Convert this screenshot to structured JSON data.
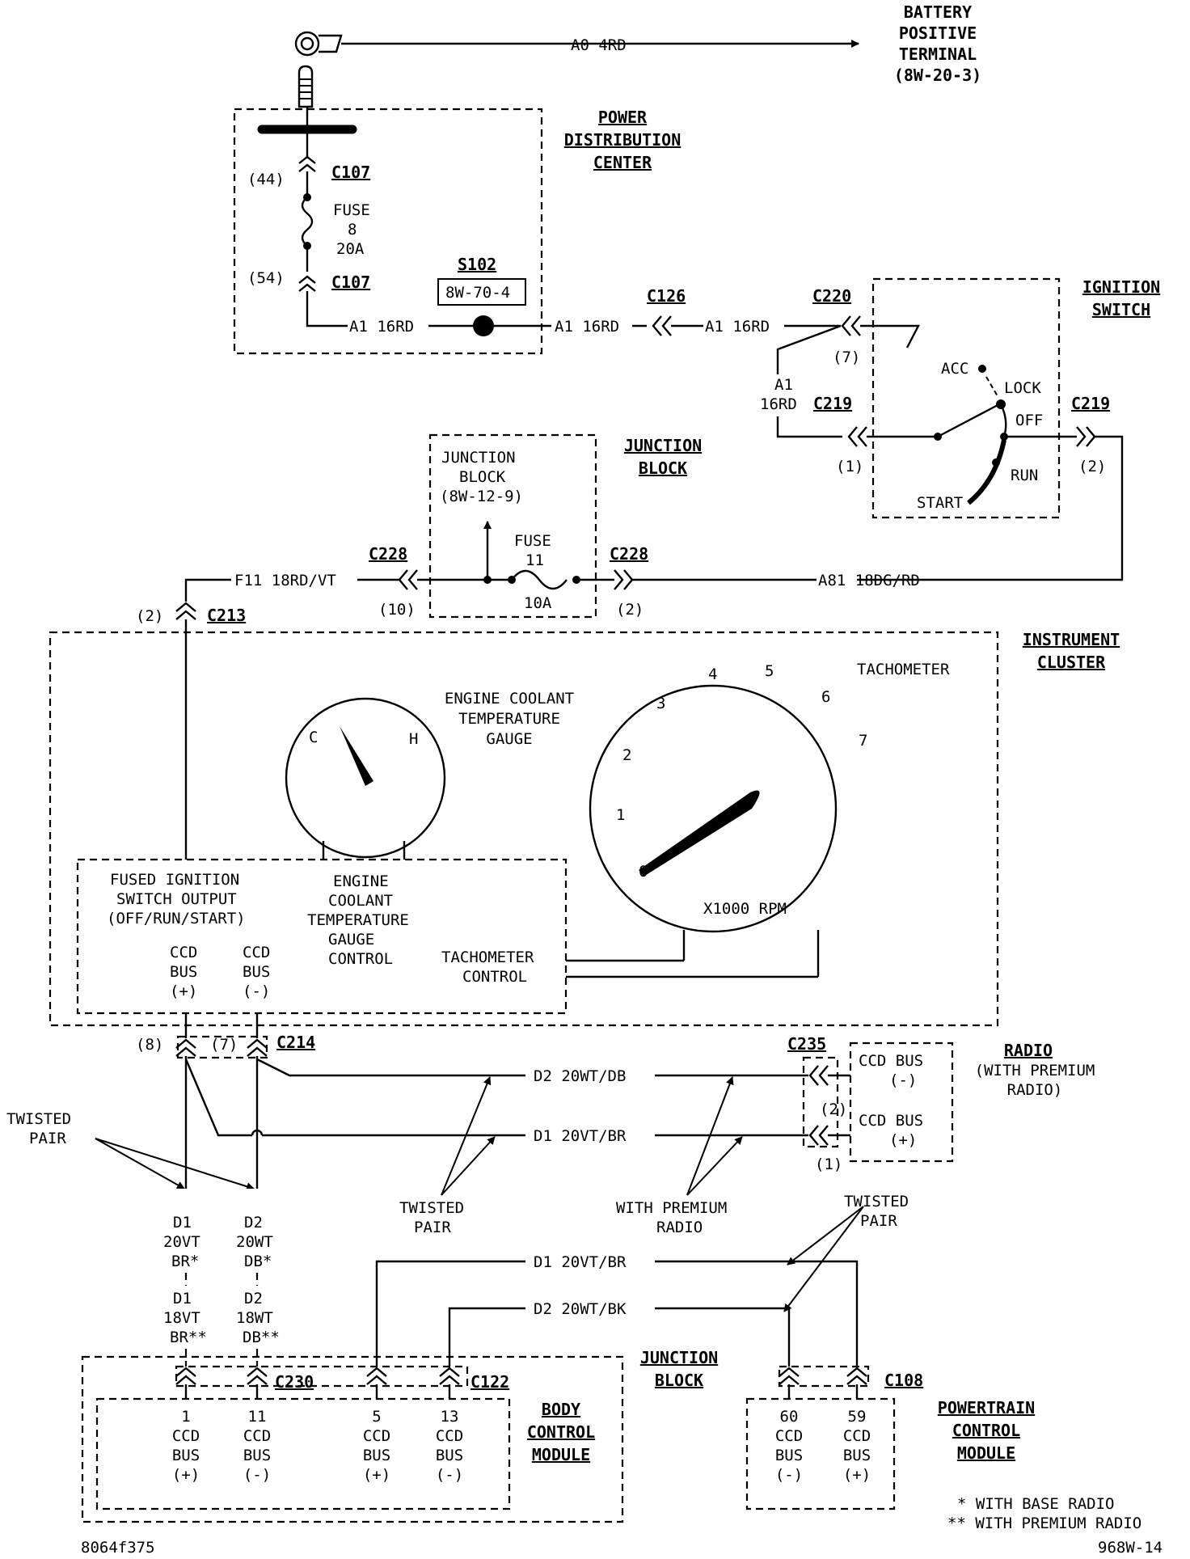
{
  "battery": {
    "l1": "BATTERY",
    "l2": "POSITIVE",
    "l3": "TERMINAL",
    "l4": "(8W-20-3)",
    "wire": "A0 4RD"
  },
  "pdc": {
    "l1": "POWER",
    "l2": "DISTRIBUTION",
    "l3": "CENTER",
    "pin_top": "(44)",
    "conn_top": "C107",
    "fuse_l1": "FUSE",
    "fuse_l2": "8",
    "fuse_l3": "20A",
    "pin_bot": "(54)",
    "conn_bot": "C107",
    "wire": "A1 16RD"
  },
  "splice": {
    "name": "S102",
    "ref": "8W-70-4",
    "wire_out": "A1 16RD",
    "conn": "C126",
    "wire_out2": "A1 16RD"
  },
  "ign": {
    "l1": "IGNITION",
    "l2": "SWITCH",
    "c220": "C220",
    "p7": "(7)",
    "a1": "A1",
    "a1b": "16RD",
    "c219a": "C219",
    "p1": "(1)",
    "c219b": "C219",
    "p2": "(2)",
    "acc": "ACC",
    "lock": "LOCK",
    "off": "OFF",
    "run": "RUN",
    "start": "START"
  },
  "jb": {
    "l1": "JUNCTION",
    "l2": "BLOCK",
    "in1": "JUNCTION",
    "in2": "BLOCK",
    "in3": "(8W-12-9)",
    "fuse_l1": "FUSE",
    "fuse_l2": "11",
    "fuse_l3": "10A",
    "c228a": "C228",
    "p10": "(10)",
    "c228b": "C228",
    "p2": "(2)",
    "wire_left": "F11 18RD/VT",
    "wire_right": "A81 18DG/RD"
  },
  "c213": {
    "pin": "(2)",
    "name": "C213"
  },
  "cluster": {
    "l1": "INSTRUMENT",
    "l2": "CLUSTER",
    "ect1": "ENGINE COOLANT",
    "ect2": "TEMPERATURE",
    "ect3": "GAUGE",
    "c": "C",
    "h": "H",
    "tach": "TACHOMETER",
    "rpm": "X1000 RPM",
    "ticks": [
      "0",
      "1",
      "2",
      "3",
      "4",
      "5",
      "6",
      "7"
    ],
    "f1": "FUSED IGNITION",
    "f2": "SWITCH OUTPUT",
    "f3": "(OFF/RUN/START)",
    "e1": "ENGINE",
    "e2": "COOLANT",
    "e3": "TEMPERATURE",
    "e4": "GAUGE",
    "e5": "CONTROL",
    "t1": "TACHOMETER",
    "t2": "CONTROL",
    "bp1": "CCD",
    "bp2": "BUS",
    "bp3": "(+)",
    "bm1": "CCD",
    "bm2": "BUS",
    "bm3": "(-)"
  },
  "c214": {
    "p8": "(8)",
    "p7": "(7)",
    "name": "C214"
  },
  "radio": {
    "l1": "RADIO",
    "l2": "(WITH PREMIUM",
    "l3": "RADIO)",
    "conn": "C235",
    "m1": "CCD BUS",
    "m2": "(-)",
    "p1": "CCD BUS",
    "p2": "(+)",
    "pin2": "(2)",
    "pin1": "(1)",
    "wire_d2": "D2 20WT/DB",
    "wire_d1": "D1 20VT/BR"
  },
  "labels": {
    "tp1a": "TWISTED",
    "tp1b": "PAIR",
    "tp2a": "TWISTED",
    "tp2b": "PAIR",
    "wp1": "WITH PREMIUM",
    "wp2": "RADIO",
    "tp3a": "TWISTED",
    "tp3b": "PAIR"
  },
  "vert": {
    "d1a": "D1",
    "d1b": "20VT",
    "d1c": "BR*",
    "d2a": "D2",
    "d2b": "20WT",
    "d2c": "DB*",
    "d1d": "D1",
    "d1e": "18VT",
    "d1f": "BR**",
    "d2d": "D2",
    "d2e": "18WT",
    "d2f": "DB**"
  },
  "pcmwires": {
    "d1": "D1 20VT/BR",
    "d2": "D2 20WT/BK"
  },
  "bcm": {
    "jb1": "JUNCTION",
    "jb2": "BLOCK",
    "c230": "C230",
    "c122": "C122",
    "l1": "BODY",
    "l2": "CONTROL",
    "l3": "MODULE",
    "pins": [
      {
        "n": "1",
        "s": "(+)"
      },
      {
        "n": "11",
        "s": "(-)"
      },
      {
        "n": "5",
        "s": "(+)"
      },
      {
        "n": "13",
        "s": "(-)"
      }
    ],
    "ccd": "CCD",
    "bus": "BUS"
  },
  "pcm": {
    "c108": "C108",
    "l1": "POWERTRAIN",
    "l2": "CONTROL",
    "l3": "MODULE",
    "pins": [
      {
        "n": "60",
        "s": "(-)"
      },
      {
        "n": "59",
        "s": "(+)"
      }
    ]
  },
  "notes": {
    "n1": "*  WITH BASE RADIO",
    "n2": "** WITH PREMIUM RADIO"
  },
  "footer": {
    "left": "8064f375",
    "right": "968W-14"
  }
}
